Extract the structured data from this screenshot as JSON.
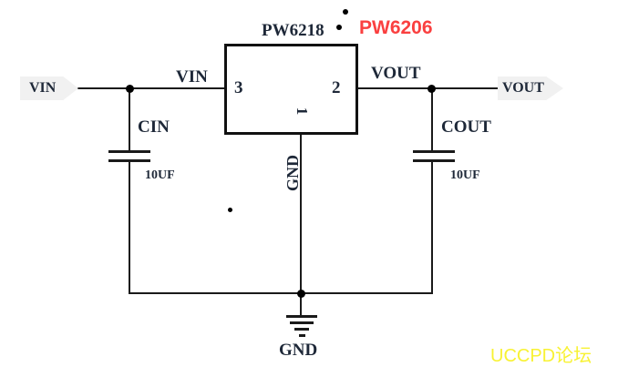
{
  "schematic": {
    "ic": {
      "name": "PW6218",
      "alt_name": "PW6206",
      "pins": {
        "left_number": "3",
        "right_number": "2",
        "bottom_number": "1"
      },
      "bottom_pin_label": "GND"
    },
    "input": {
      "port_label": "VIN",
      "net_label": "VIN",
      "capacitor": {
        "name": "CIN",
        "value": "10UF"
      }
    },
    "output": {
      "port_label": "VOUT",
      "net_label": "VOUT",
      "capacitor": {
        "name": "COUT",
        "value": "10UF"
      }
    },
    "ground_label": "GND"
  },
  "watermark": "UCCPD论坛",
  "colors": {
    "wire": "#1a1a1a",
    "text": "#1e2838",
    "alt_part_red": "#fa4040",
    "watermark_yellow": "#f8f233",
    "port_tag_fill": "#f1f1f1"
  }
}
